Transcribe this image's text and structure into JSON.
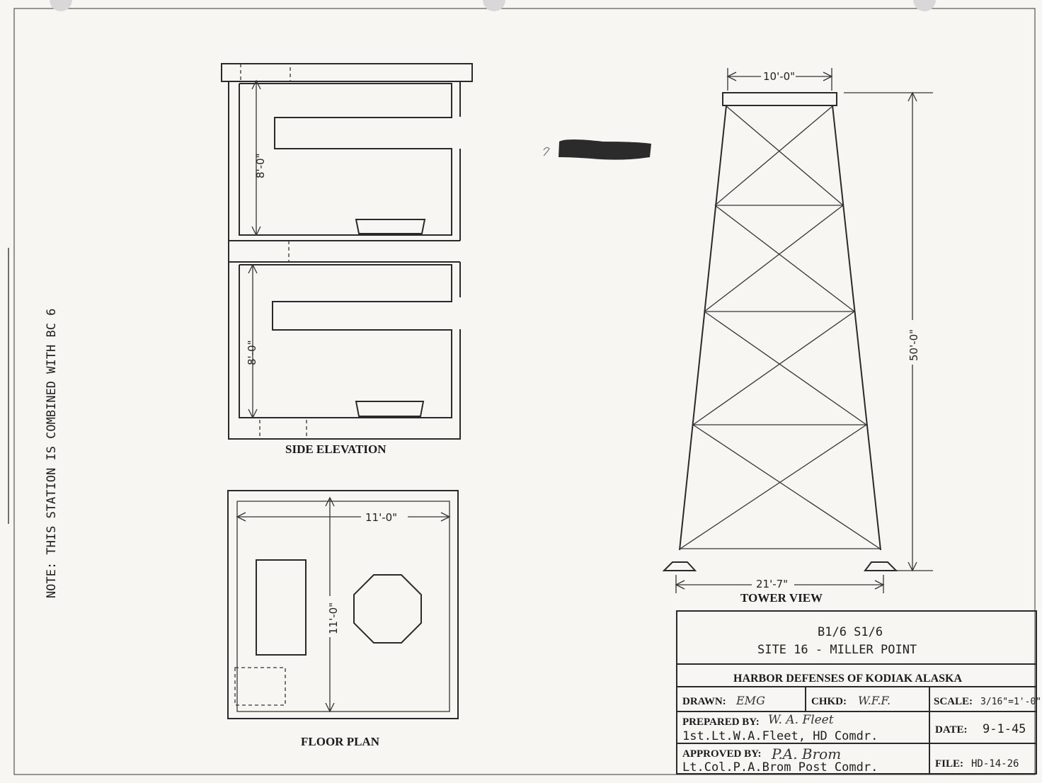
{
  "note": "NOTE: THIS STATION IS COMBINED WITH BC 6",
  "side_elevation": {
    "title": "SIDE ELEVATION",
    "upper_height": "8'-0\"",
    "lower_height": "8'-0\""
  },
  "floor_plan": {
    "title": "FLOOR PLAN",
    "width": "11'-0\"",
    "depth": "11'-0\""
  },
  "tower_view": {
    "title": "TOWER VIEW",
    "top_width": "10'-0\"",
    "height": "50'-0\"",
    "base_width": "21'-7\""
  },
  "title_block": {
    "station": "B1/6 S1/6",
    "site": "SITE 16 - MILLER POINT",
    "organization": "HARBOR DEFENSES OF KODIAK ALASKA",
    "drawn_label": "DRAWN:",
    "drawn_value": "EMG",
    "checked_label": "CHKD:",
    "checked_value": "W.F.F.",
    "scale_label": "SCALE:",
    "scale_value": "3/16\"=1'-0\"",
    "prepared_label": "PREPARED BY:",
    "prepared_sig": "W. A. Fleet",
    "prepared_name": "1st.Lt.W.A.Fleet, HD Comdr.",
    "date_label": "DATE:",
    "date_value": "9-1-45",
    "approved_label": "APPROVED BY:",
    "approved_sig": "P.A. Brom",
    "approved_name": "Lt.Col.P.A.Brom Post Comdr.",
    "file_label": "FILE:",
    "file_value": "HD-14-26"
  },
  "colors": {
    "ink": "#2a2a2a",
    "paper": "#f7f6f2"
  }
}
